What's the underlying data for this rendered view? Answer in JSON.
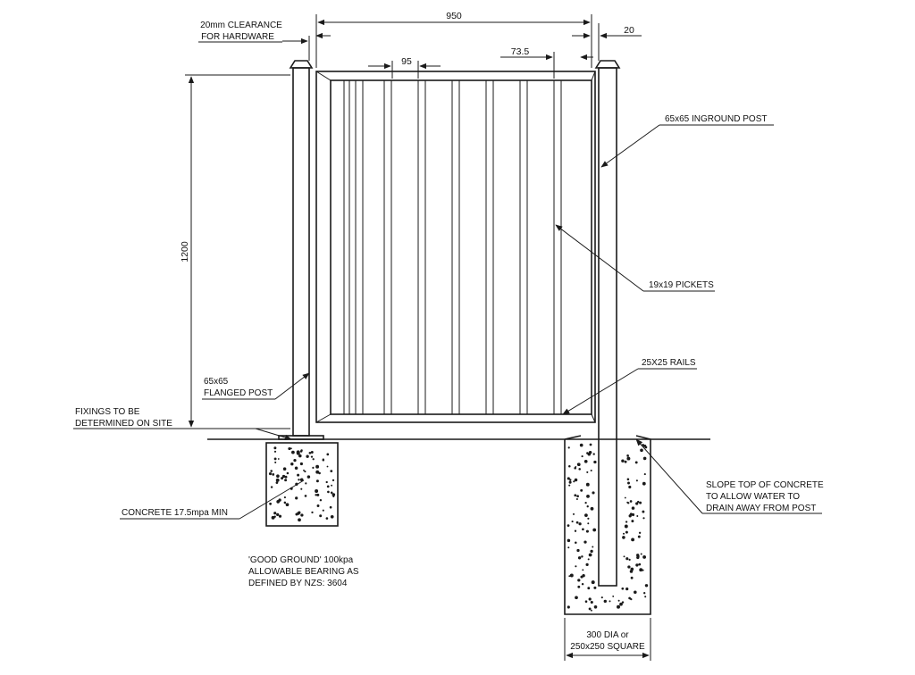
{
  "dimensions": {
    "gate_width": "950",
    "clearance_right": "20",
    "picket_spacing": "95",
    "end_gap": "73.5",
    "gate_height": "1200"
  },
  "labels": {
    "clearance_line1": "20mm CLEARANCE",
    "clearance_line2": "FOR HARDWARE",
    "inground_post": "65x65 INGROUND POST",
    "pickets": "19x19 PICKETS",
    "rails": "25X25 RAILS",
    "flanged_post_line1": "65x65",
    "flanged_post_line2": "FLANGED POST",
    "fixings_line1": "FIXINGS TO BE",
    "fixings_line2": "DETERMINED ON SITE",
    "concrete": "CONCRETE 17.5mpa MIN",
    "slope_line1": "SLOPE TOP OF CONCRETE",
    "slope_line2": "TO ALLOW WATER TO",
    "slope_line3": "DRAIN AWAY FROM POST",
    "ground_line1": "'GOOD GROUND' 100kpa",
    "ground_line2": "ALLOWABLE BEARING AS",
    "ground_line3": "DEFINED BY NZS: 3604",
    "footing_line1": "300 DIA or",
    "footing_line2": "250x250 SQUARE"
  }
}
